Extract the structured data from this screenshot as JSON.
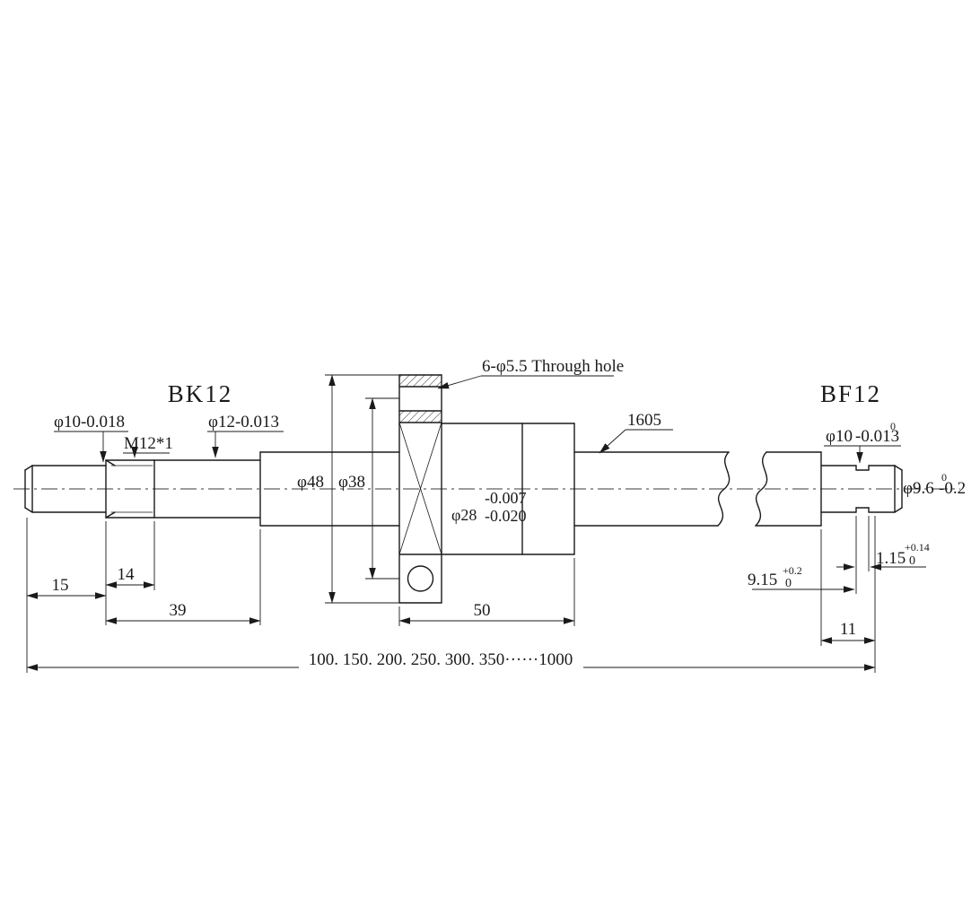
{
  "labels": {
    "bk": "BK12",
    "bf": "BF12"
  },
  "callouts": {
    "tip_dia": "φ10-0.018",
    "thread": "M12*1",
    "journal_dia": "φ12-0.013",
    "flange_dia": "φ48",
    "bolt_circle": "φ38",
    "through_hole": "6-φ5.5 Through hole",
    "screw_spec": "1605",
    "nut_dia": {
      "sup": "-0.007",
      "base": "φ28",
      "sub": "-0.020"
    },
    "right_dia": {
      "base": "φ10",
      "sub": "-0.013",
      "sup": "0"
    },
    "groove_dia": {
      "base": "φ9.6",
      "sub": "-0.2",
      "sup": "0"
    },
    "groove_width": {
      "base": "1.15",
      "sup": "+0.14",
      "sub": "0"
    },
    "groove_pos": {
      "base": "9.15",
      "sup": "+0.2",
      "sub": "0"
    }
  },
  "dims": {
    "tip_len": "15",
    "thread_len": "14",
    "journal_len": "39",
    "nut_len": "50",
    "end_len": "11",
    "overall": "100. 150. 200. 250. 300. 350······1000"
  },
  "colors": {
    "label": "#7b3a3a",
    "line": "#1a1a1a"
  }
}
